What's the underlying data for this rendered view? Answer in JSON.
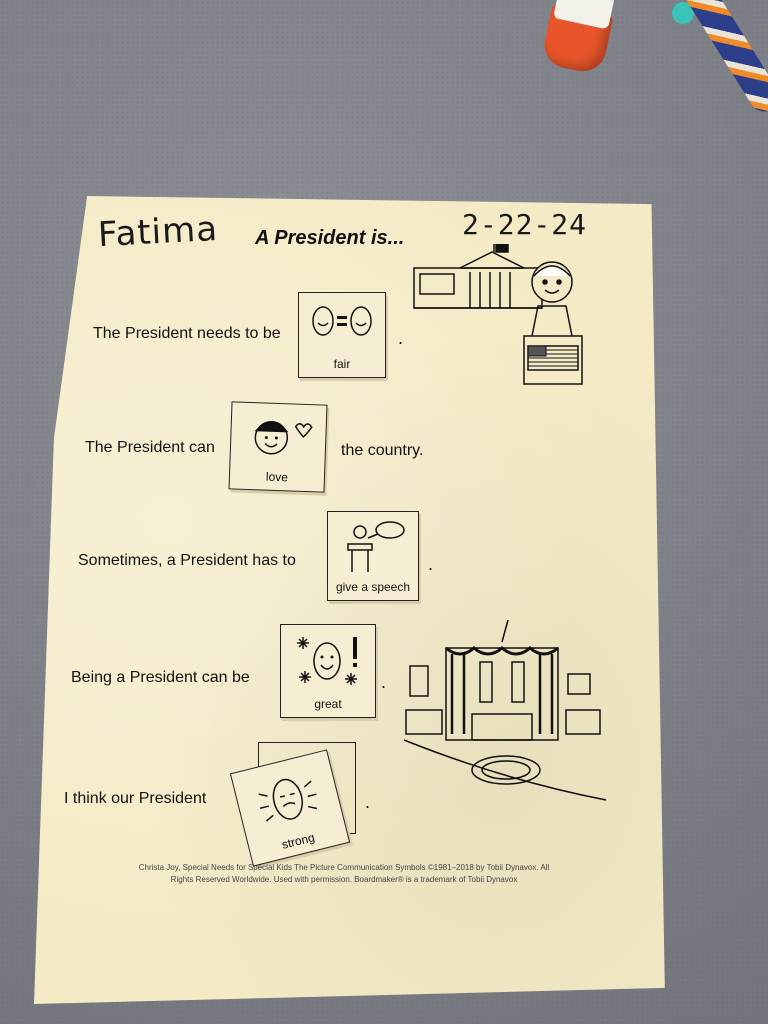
{
  "worksheet": {
    "student_name": "Fatima",
    "date": "2-22-24",
    "title": "A President is...",
    "sentences": [
      {
        "text": "The President needs to be",
        "card": "fair",
        "ending": "."
      },
      {
        "text": "The President can",
        "card": "love",
        "ending": "the country."
      },
      {
        "text": "Sometimes, a President has to",
        "card": "give a speech",
        "ending": "."
      },
      {
        "text": "Being a President can be",
        "card": "great",
        "ending": "."
      },
      {
        "text": "I think our President",
        "card": "strong",
        "ending": "."
      }
    ],
    "credit": "Christa Joy, Special Needs for Special Kids The Picture Communication Symbols ©1981–2018 by Tobii Dynavox. All Rights Reserved Worldwide. Used with permission. Boardmaker® is a trademark of Tobii Dynavox"
  },
  "icons": [
    "glue-stick",
    "pen",
    "white-house-icon",
    "president-at-podium-icon",
    "oval-office-icon"
  ]
}
